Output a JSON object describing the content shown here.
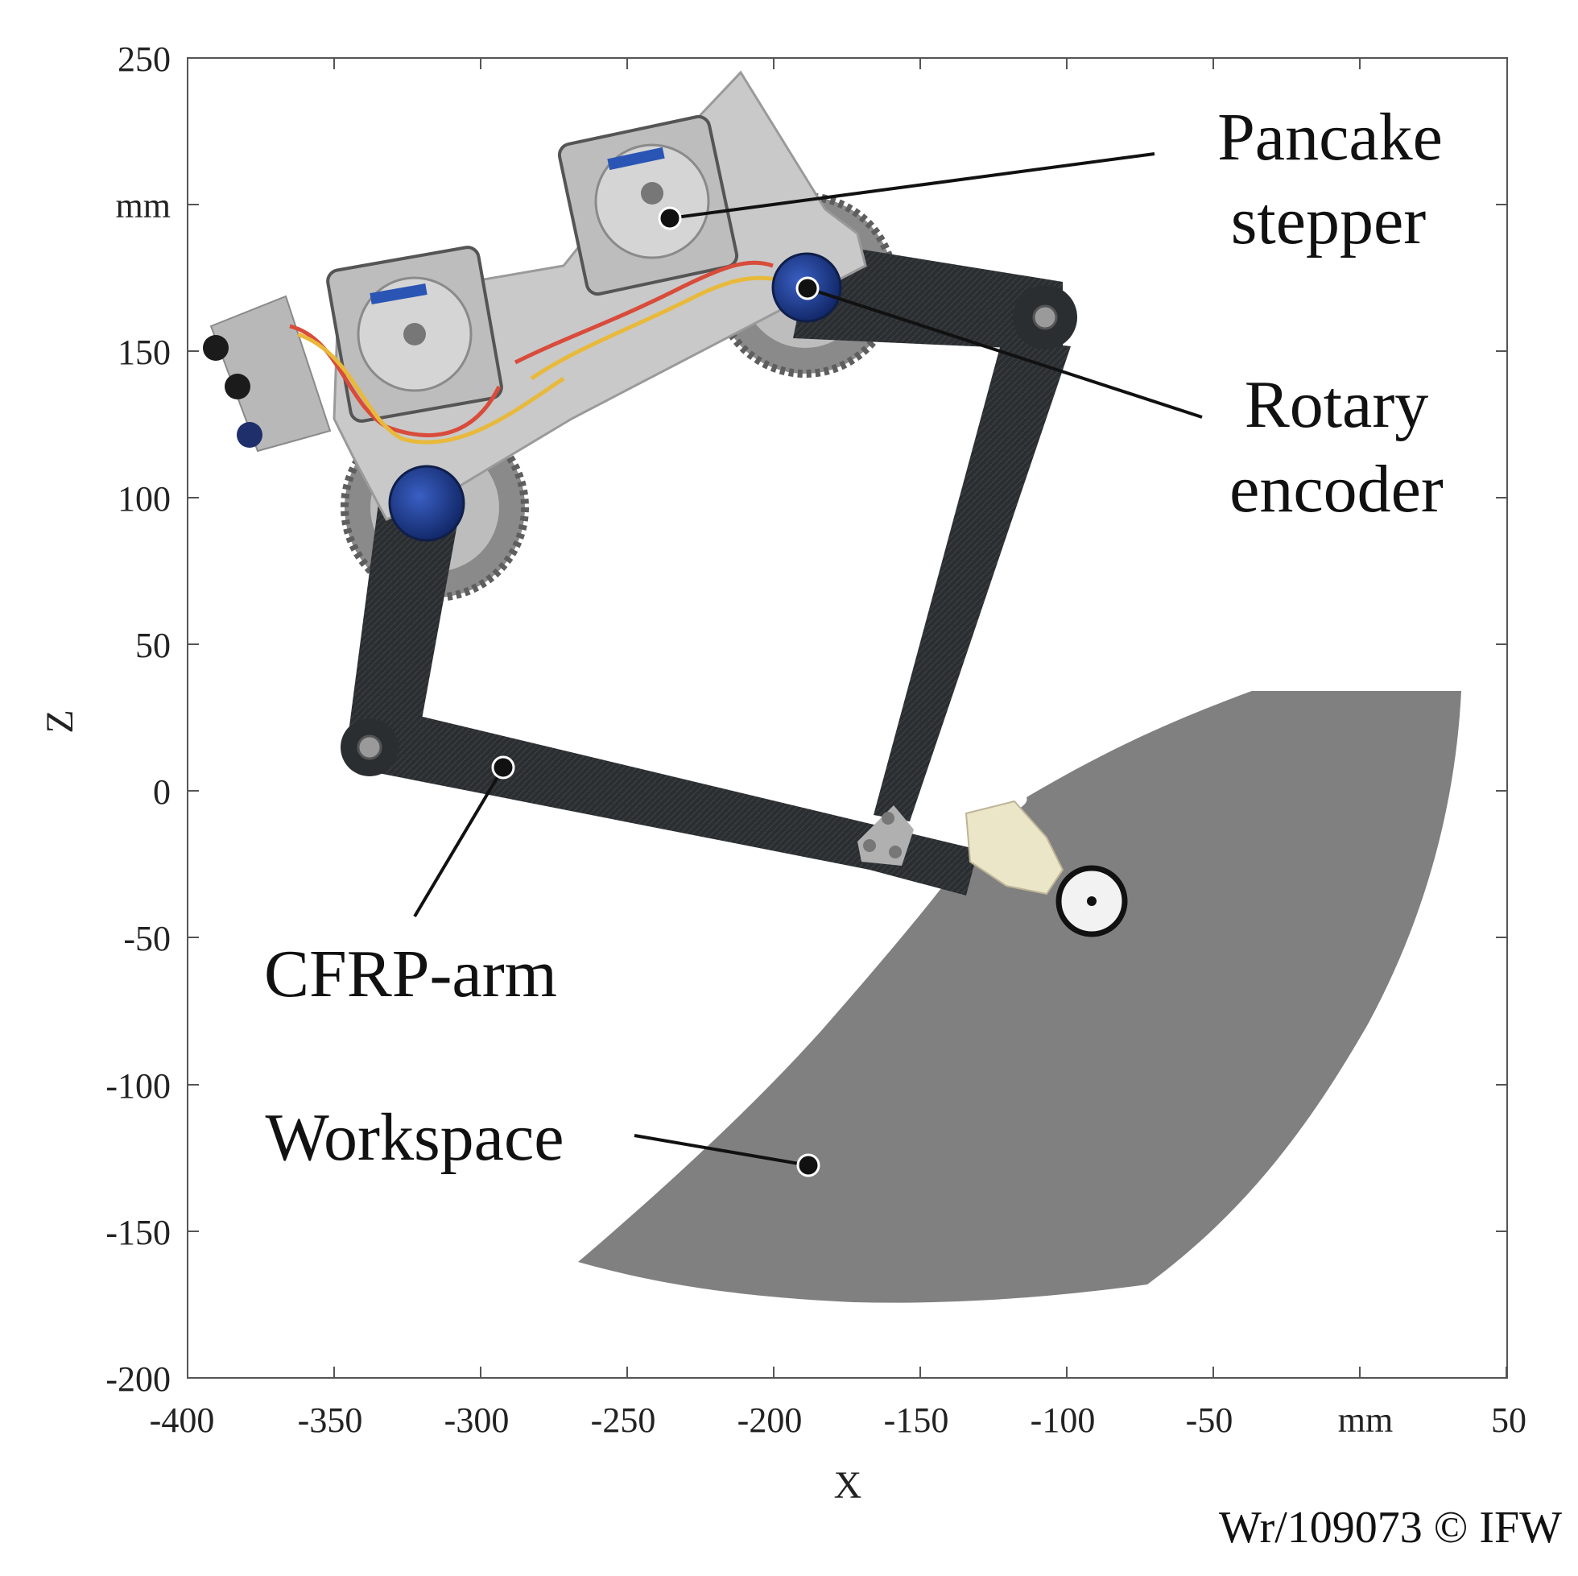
{
  "axes": {
    "x_title": "X",
    "z_title": "Z",
    "x_unit": "mm",
    "z_unit": "mm",
    "x_ticks": [
      "-400",
      "-350",
      "-300",
      "-250",
      "-200",
      "-150",
      "-100",
      "-50",
      "50"
    ],
    "z_ticks": [
      "250",
      "150",
      "100",
      "50",
      "0",
      "-50",
      "-100",
      "-150",
      "-200"
    ]
  },
  "labels": {
    "pancake_line1": "Pancake",
    "pancake_line2": "stepper",
    "encoder_line1": "Rotary",
    "encoder_line2": "encoder",
    "cfrp": "CFRP-arm",
    "workspace": "Workspace"
  },
  "copyright": "Wr/109073 © IFW",
  "colors": {
    "workspace": "#808080",
    "cfrp": "#2b2e31",
    "plate": "#c9c9c9",
    "encoder": "#1f3c8c",
    "gear": "#8a8a8a",
    "frame": "#555555"
  }
}
